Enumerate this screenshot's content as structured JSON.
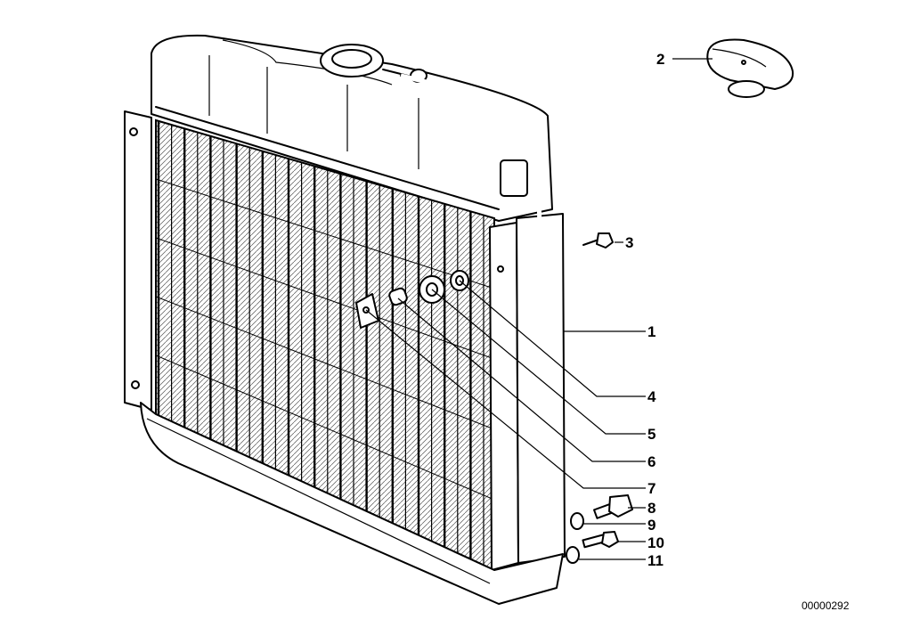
{
  "callouts": {
    "c1": "1",
    "c2": "2",
    "c3": "3",
    "c4": "4",
    "c5": "5",
    "c6": "6",
    "c7": "7",
    "c8": "8",
    "c9": "9",
    "c10": "10",
    "c11": "11"
  },
  "reference_number": "00000292"
}
